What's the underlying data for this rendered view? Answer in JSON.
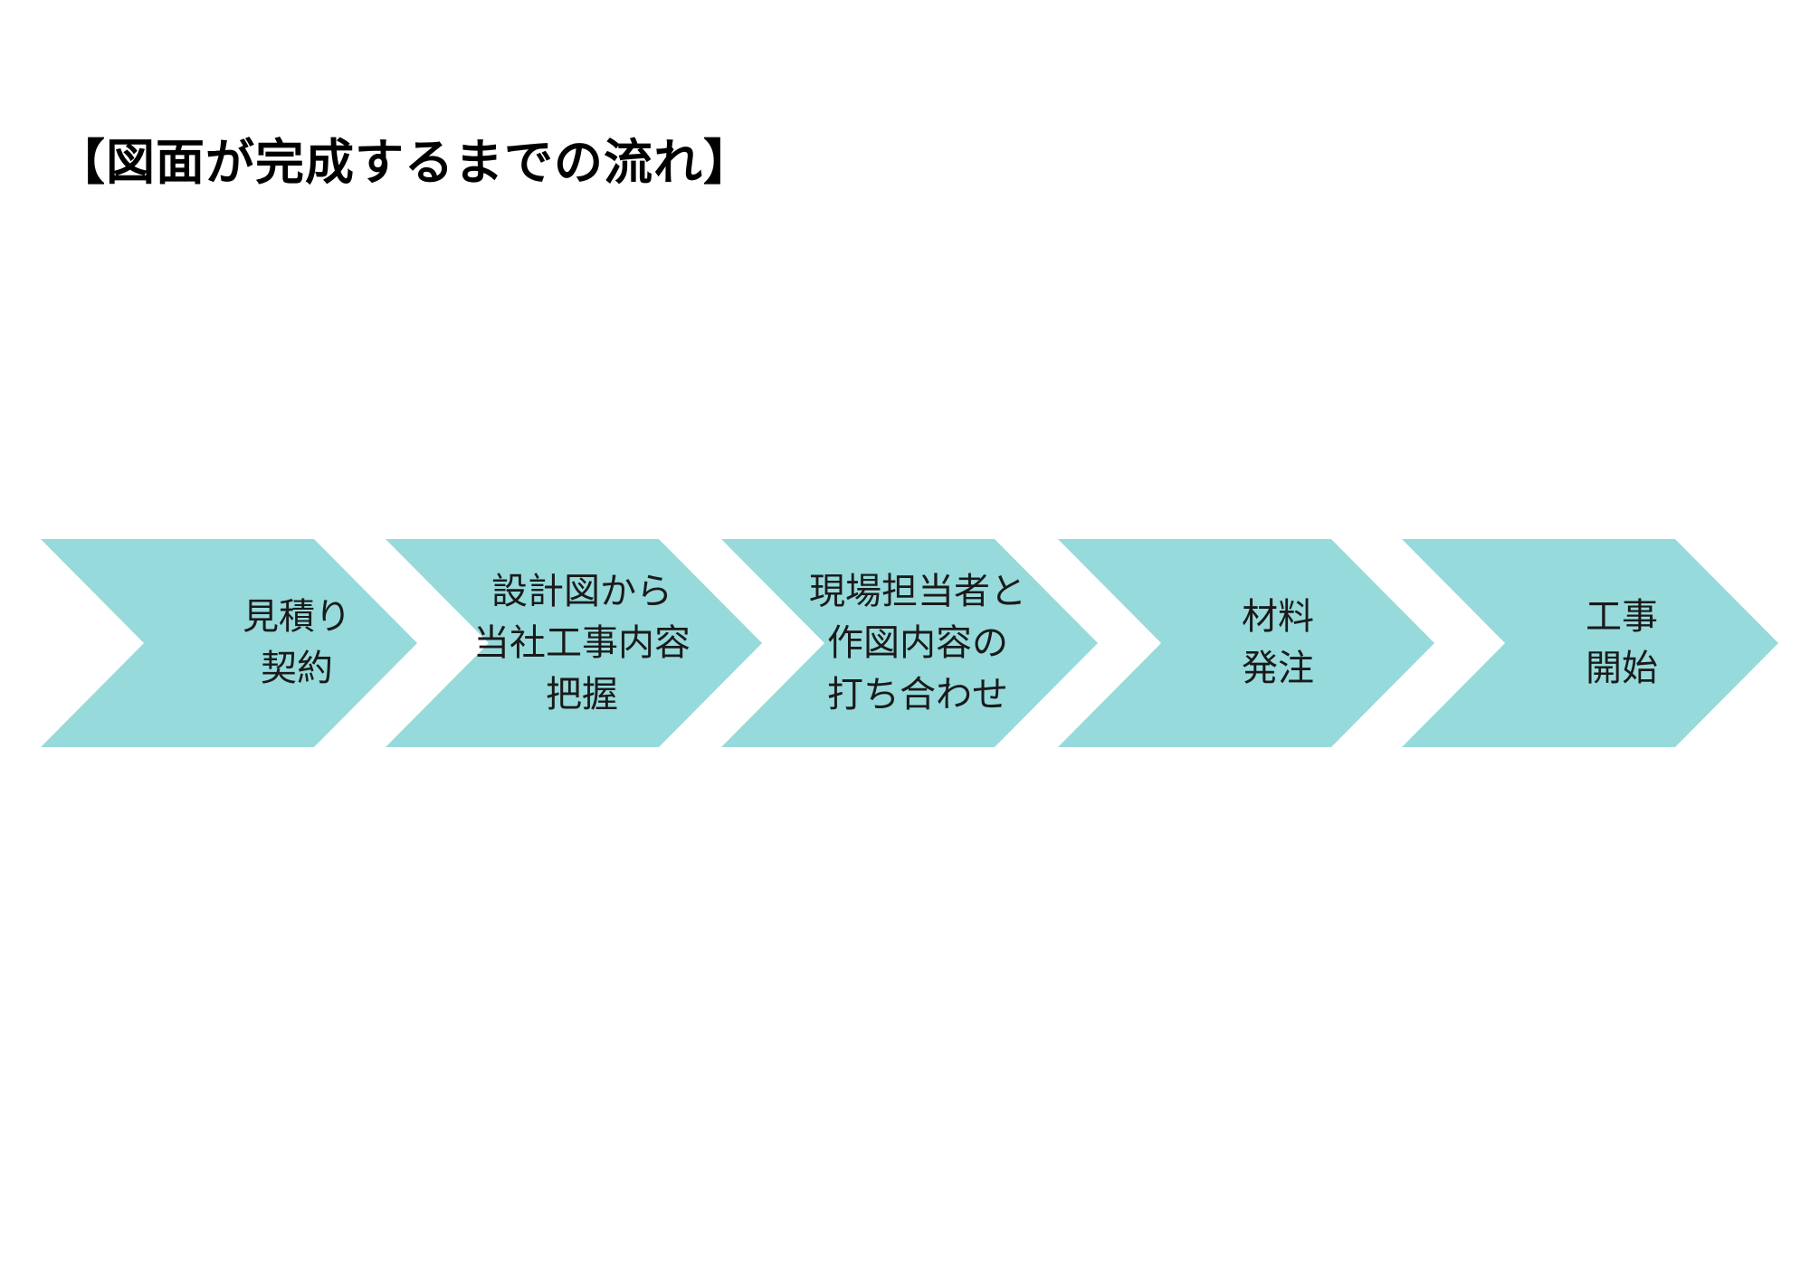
{
  "page": {
    "title": "【図面が完成するまでの流れ】"
  },
  "flow": {
    "fill_color": "#97dadb",
    "steps": [
      {
        "lines": [
          "見積り",
          "契約"
        ]
      },
      {
        "lines": [
          "設計図から",
          "当社工事内容",
          "把握"
        ]
      },
      {
        "lines": [
          "現場担当者と",
          "作図内容の",
          "打ち合わせ"
        ]
      },
      {
        "lines": [
          "材料",
          "発注"
        ]
      },
      {
        "lines": [
          "工事",
          "開始"
        ]
      }
    ]
  }
}
